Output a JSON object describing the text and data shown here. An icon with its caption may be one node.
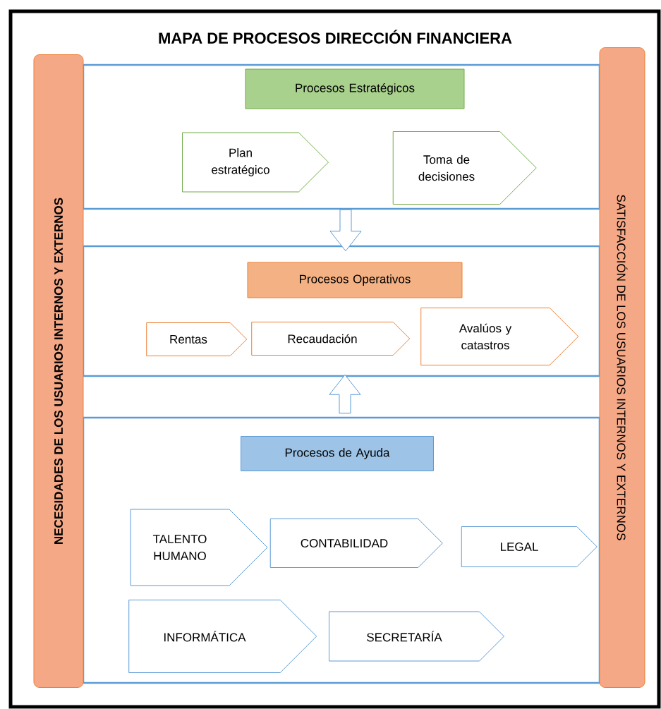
{
  "diagram": {
    "title": "MAPA DE PROCESOS DIRECCIÓN FINANCIERA",
    "nodes": [
      {
        "text": [
          "NECESIDADES DE LOS USUARIOS INTERNOS Y EXTERNOS"
        ]
      },
      {
        "text": [
          "SATISFACCIÓN DE LOS USUARIOS INTERNOS  Y EXTERNOS"
        ]
      },
      {
        "text": [],
        "shape": "band"
      },
      {
        "text": [
          "Procesos Estratégicos"
        ],
        "in": 2
      },
      {
        "text": [
          "Plan estratégico"
        ],
        "in": 2
      },
      {
        "text": [
          "Toma de decisiones"
        ],
        "in": 2
      },
      {
        "text": [],
        "shape": "band"
      },
      {
        "text": [
          "Procesos Operativos"
        ],
        "in": 6
      },
      {
        "text": [
          "Rentas"
        ],
        "in": 6
      },
      {
        "text": [
          "Recaudación"
        ],
        "in": 6
      },
      {
        "text": [
          "Avalúos y catastros"
        ],
        "in": 6
      },
      {
        "text": [],
        "shape": "band"
      },
      {
        "text": [
          "Procesos de Ayuda"
        ],
        "in": 11
      },
      {
        "text": [
          "TALENTO HUMANO"
        ],
        "in": 11
      },
      {
        "text": [
          "CONTABILIDAD"
        ],
        "in": 11
      },
      {
        "text": [
          "LEGAL"
        ],
        "in": 11
      },
      {
        "text": [
          "INFORMÁTICA"
        ],
        "in": 11
      },
      {
        "text": [
          "SECRETARÍA"
        ],
        "in": 11
      }
    ],
    "edges": [
      {
        "from": 2,
        "to": 6,
        "arrow": "to"
      },
      {
        "from": 11,
        "to": 6,
        "arrow": "to"
      }
    ]
  }
}
